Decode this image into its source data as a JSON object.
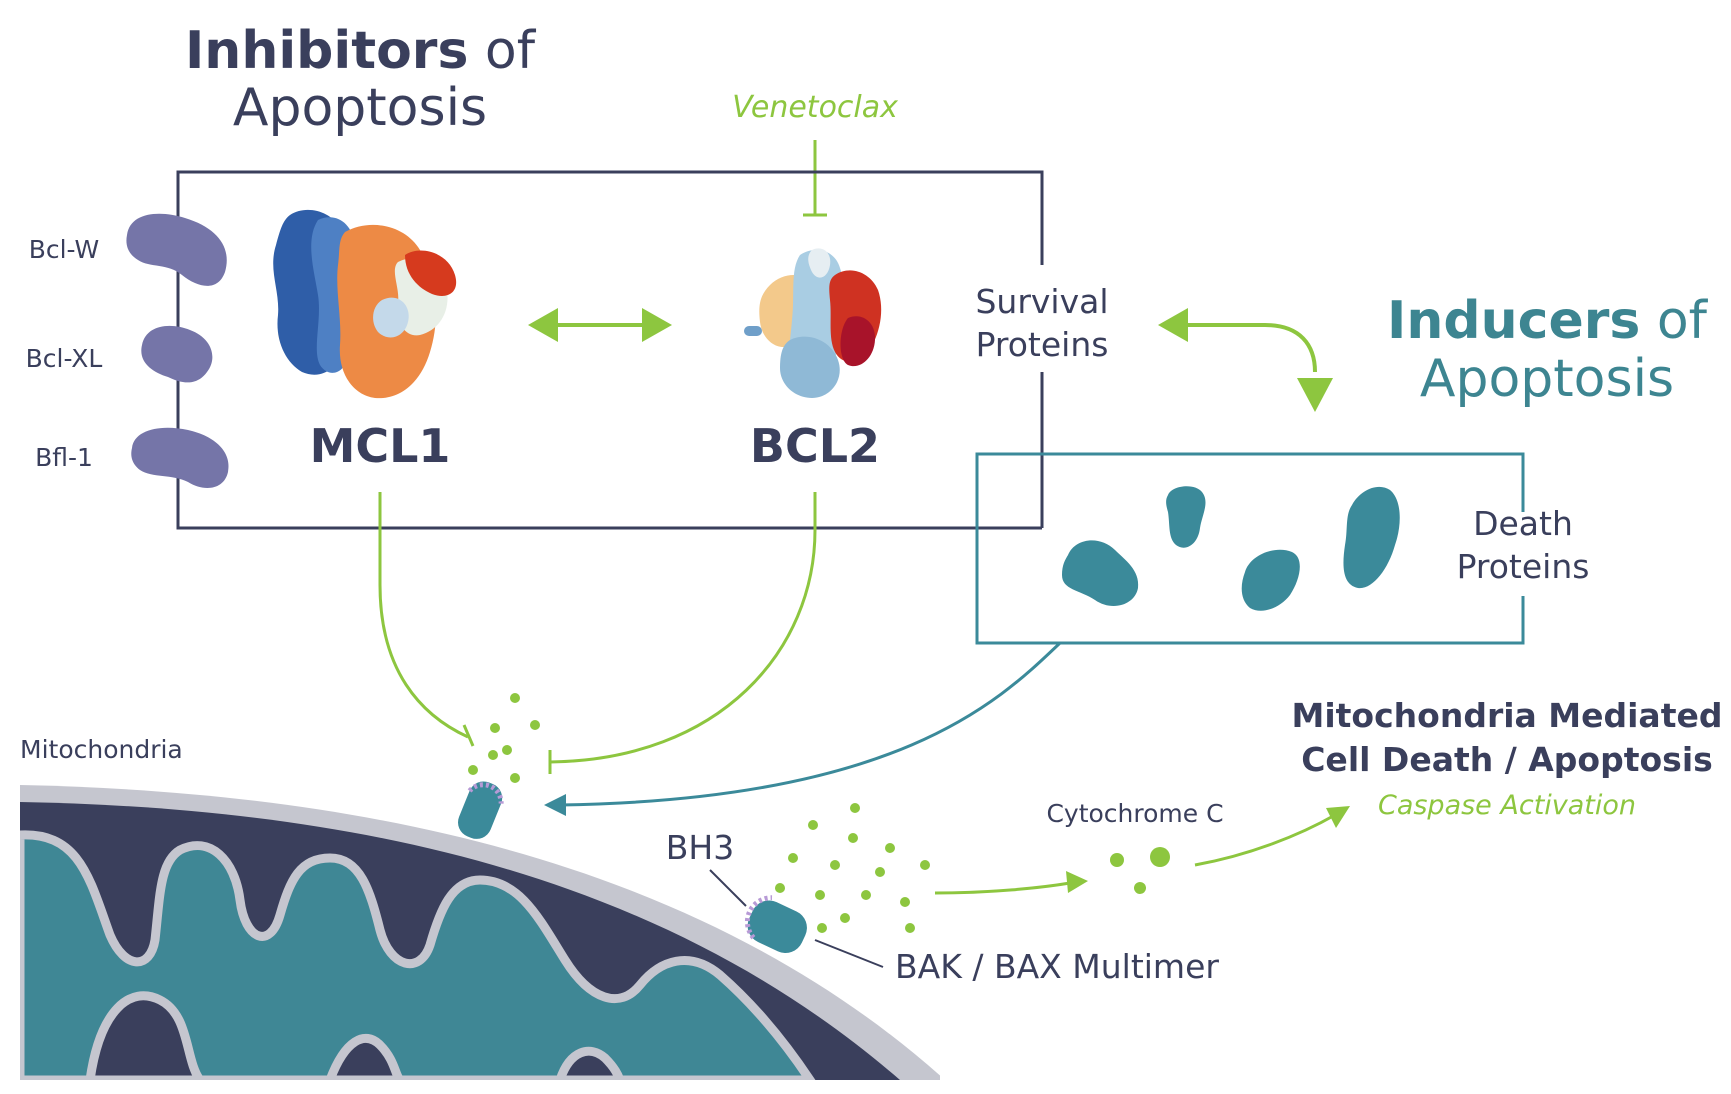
{
  "inhibitors_title": {
    "bold": "Inhibitors",
    "rest": " of",
    "line2": "Apoptosis"
  },
  "inducers_title": {
    "bold": "Inducers",
    "rest": " of",
    "line2": "Apoptosis"
  },
  "drug": "Venetoclax",
  "survival_proteins": {
    "line1": "Survival",
    "line2": "Proteins"
  },
  "death_proteins": {
    "line1": "Death",
    "line2": "Proteins"
  },
  "side_proteins": [
    "Bcl-W",
    "Bcl-XL",
    "Bfl-1"
  ],
  "main_proteins": [
    "MCL1",
    "BCL2"
  ],
  "mitochondria_label": "Mitochondria",
  "bh3_label": "BH3",
  "bak_bax_label": "BAK / BAX Multimer",
  "cytochrome_label": "Cytochrome C",
  "outcome": {
    "line1": "Mitochondria Mediated",
    "line2": "Cell Death / Apoptosis",
    "sub": "Caspase Activation"
  },
  "colors": {
    "dark_navy": "#3a3f5c",
    "teal": "#3b8a9a",
    "teal_title": "#3d8591",
    "green": "#8dc63f",
    "purple": "#7575a8",
    "mito_outer": "#c5c6cf",
    "mito_inner": "#3f8795"
  }
}
